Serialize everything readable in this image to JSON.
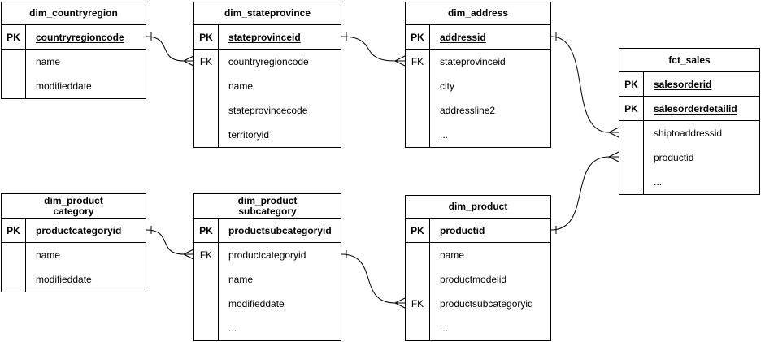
{
  "diagram": {
    "type": "entity-relationship",
    "colors": {
      "background": "#ffffff",
      "stroke": "#000000",
      "text": "#000000"
    },
    "tables": {
      "countryregion": {
        "title": "dim_countryregion",
        "rows": [
          {
            "key": "PK",
            "field": "countryregioncode"
          },
          {
            "key": "",
            "field": "name"
          },
          {
            "key": "",
            "field": "modifieddate"
          }
        ]
      },
      "stateprovince": {
        "title": "dim_stateprovince",
        "rows": [
          {
            "key": "PK",
            "field": "stateprovinceid"
          },
          {
            "key": "FK",
            "field": "countryregioncode"
          },
          {
            "key": "",
            "field": "name"
          },
          {
            "key": "",
            "field": "stateprovincecode"
          },
          {
            "key": "",
            "field": "territoryid"
          }
        ]
      },
      "address": {
        "title": "dim_address",
        "rows": [
          {
            "key": "PK",
            "field": "addressid"
          },
          {
            "key": "FK",
            "field": "stateprovinceid"
          },
          {
            "key": "",
            "field": "city"
          },
          {
            "key": "",
            "field": "addressline2"
          },
          {
            "key": "",
            "field": "..."
          }
        ]
      },
      "sales": {
        "title": "fct_sales",
        "rows": [
          {
            "key": "PK",
            "field": "salesorderid"
          },
          {
            "key": "PK",
            "field": "salesorderdetailid"
          },
          {
            "key": "",
            "field": "shiptoaddressid"
          },
          {
            "key": "",
            "field": "productid"
          },
          {
            "key": "",
            "field": "..."
          }
        ]
      },
      "category": {
        "title_line1": "dim_product",
        "title_line2": "category",
        "rows": [
          {
            "key": "PK",
            "field": "productcategoryid"
          },
          {
            "key": "",
            "field": "name"
          },
          {
            "key": "",
            "field": "modifieddate"
          }
        ]
      },
      "subcategory": {
        "title_line1": "dim_product",
        "title_line2": "subcategory",
        "rows": [
          {
            "key": "PK",
            "field": "productsubcategoryid"
          },
          {
            "key": "FK",
            "field": "productcategoryid"
          },
          {
            "key": "",
            "field": "name"
          },
          {
            "key": "",
            "field": "modifieddate"
          },
          {
            "key": "",
            "field": "..."
          }
        ]
      },
      "product": {
        "title": "dim_product",
        "rows": [
          {
            "key": "PK",
            "field": "productid"
          },
          {
            "key": "",
            "field": "name"
          },
          {
            "key": "",
            "field": "productmodelid"
          },
          {
            "key": "FK",
            "field": "productsubcategoryid"
          },
          {
            "key": "",
            "field": "..."
          }
        ]
      }
    },
    "relationships": [
      {
        "from_table": "dim_countryregion",
        "from_field": "countryregioncode",
        "to_table": "dim_stateprovince",
        "to_field": "countryregioncode",
        "cardinality": "one-to-many",
        "from_marker": "one-tick",
        "to_marker": "crow-foot"
      },
      {
        "from_table": "dim_stateprovince",
        "from_field": "stateprovinceid",
        "to_table": "dim_address",
        "to_field": "stateprovinceid",
        "cardinality": "one-to-many",
        "from_marker": "one-tick",
        "to_marker": "crow-foot"
      },
      {
        "from_table": "dim_address",
        "from_field": "addressid",
        "to_table": "fct_sales",
        "to_field": "shiptoaddressid",
        "cardinality": "one-to-many",
        "from_marker": "one-tick",
        "to_marker": "crow-foot"
      },
      {
        "from_table": "dim_product",
        "from_field": "productid",
        "to_table": "fct_sales",
        "to_field": "productid",
        "cardinality": "one-to-many",
        "from_marker": "one-tick",
        "to_marker": "crow-foot"
      },
      {
        "from_table": "dim_product category",
        "from_field": "productcategoryid",
        "to_table": "dim_product subcategory",
        "to_field": "productcategoryid",
        "cardinality": "one-to-many",
        "from_marker": "one-tick",
        "to_marker": "crow-foot"
      },
      {
        "from_table": "dim_product subcategory",
        "from_field": "productsubcategoryid",
        "to_table": "dim_product",
        "to_field": "productsubcategoryid",
        "cardinality": "one-to-many",
        "from_marker": "one-tick",
        "to_marker": "crow-foot"
      }
    ]
  }
}
